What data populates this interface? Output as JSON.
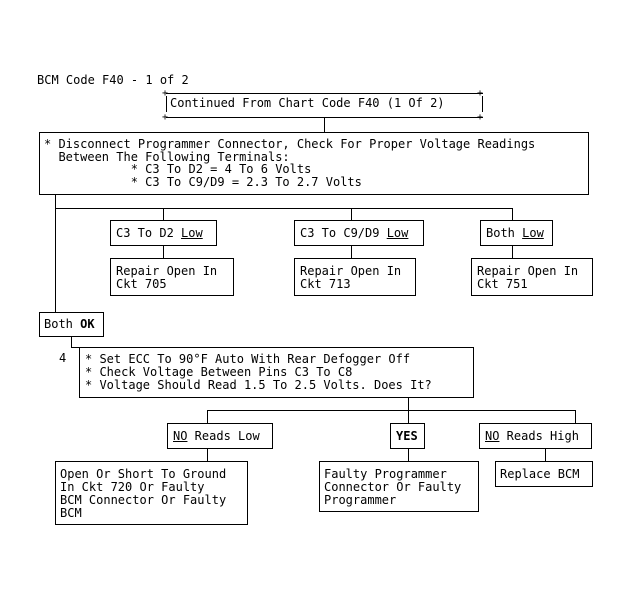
{
  "title": "BCM Code F40 - 1 of 2",
  "continued": "Continued From Chart Code F40 (1 Of 2)",
  "step1": {
    "lines": [
      "* Disconnect Programmer Connector, Check For Proper Voltage Readings",
      "  Between The Following Terminals:",
      "            * C3 To D2 = 4 To 6 Volts",
      "            * C3 To C9/D9 = 2.3 To 2.7 Volts"
    ]
  },
  "branch1": [
    {
      "prefix": "C3 To D2 ",
      "status": "Low",
      "result": [
        "Repair Open In",
        "Ckt 705"
      ]
    },
    {
      "prefix": "C3 To C9/D9 ",
      "status": "Low",
      "result": [
        "Repair Open In",
        "Ckt 713"
      ]
    },
    {
      "prefix": "Both ",
      "status": "Low",
      "result": [
        "Repair Open In",
        "Ckt 751"
      ]
    }
  ],
  "both_ok": {
    "prefix": "Both ",
    "status": "OK"
  },
  "step4": {
    "number": "4",
    "lines": [
      "* Set ECC To 90°F Auto With Rear Defogger Off",
      "* Check Voltage Between Pins C3 To C8",
      "* Voltage Should Read 1.5 To 2.5 Volts. Does It?"
    ]
  },
  "branch2": [
    {
      "status": "NO",
      "suffix": " Reads Low",
      "result": [
        "Open Or Short To Ground",
        "In Ckt 720 Or Faulty",
        "BCM Connector Or Faulty",
        "BCM"
      ]
    },
    {
      "status": "YES",
      "suffix": "",
      "result": [
        "Faulty Programmer",
        "Connector Or Faulty",
        "Programmer"
      ]
    },
    {
      "status": "NO",
      "suffix": " Reads High",
      "result": [
        "Replace BCM"
      ]
    }
  ]
}
